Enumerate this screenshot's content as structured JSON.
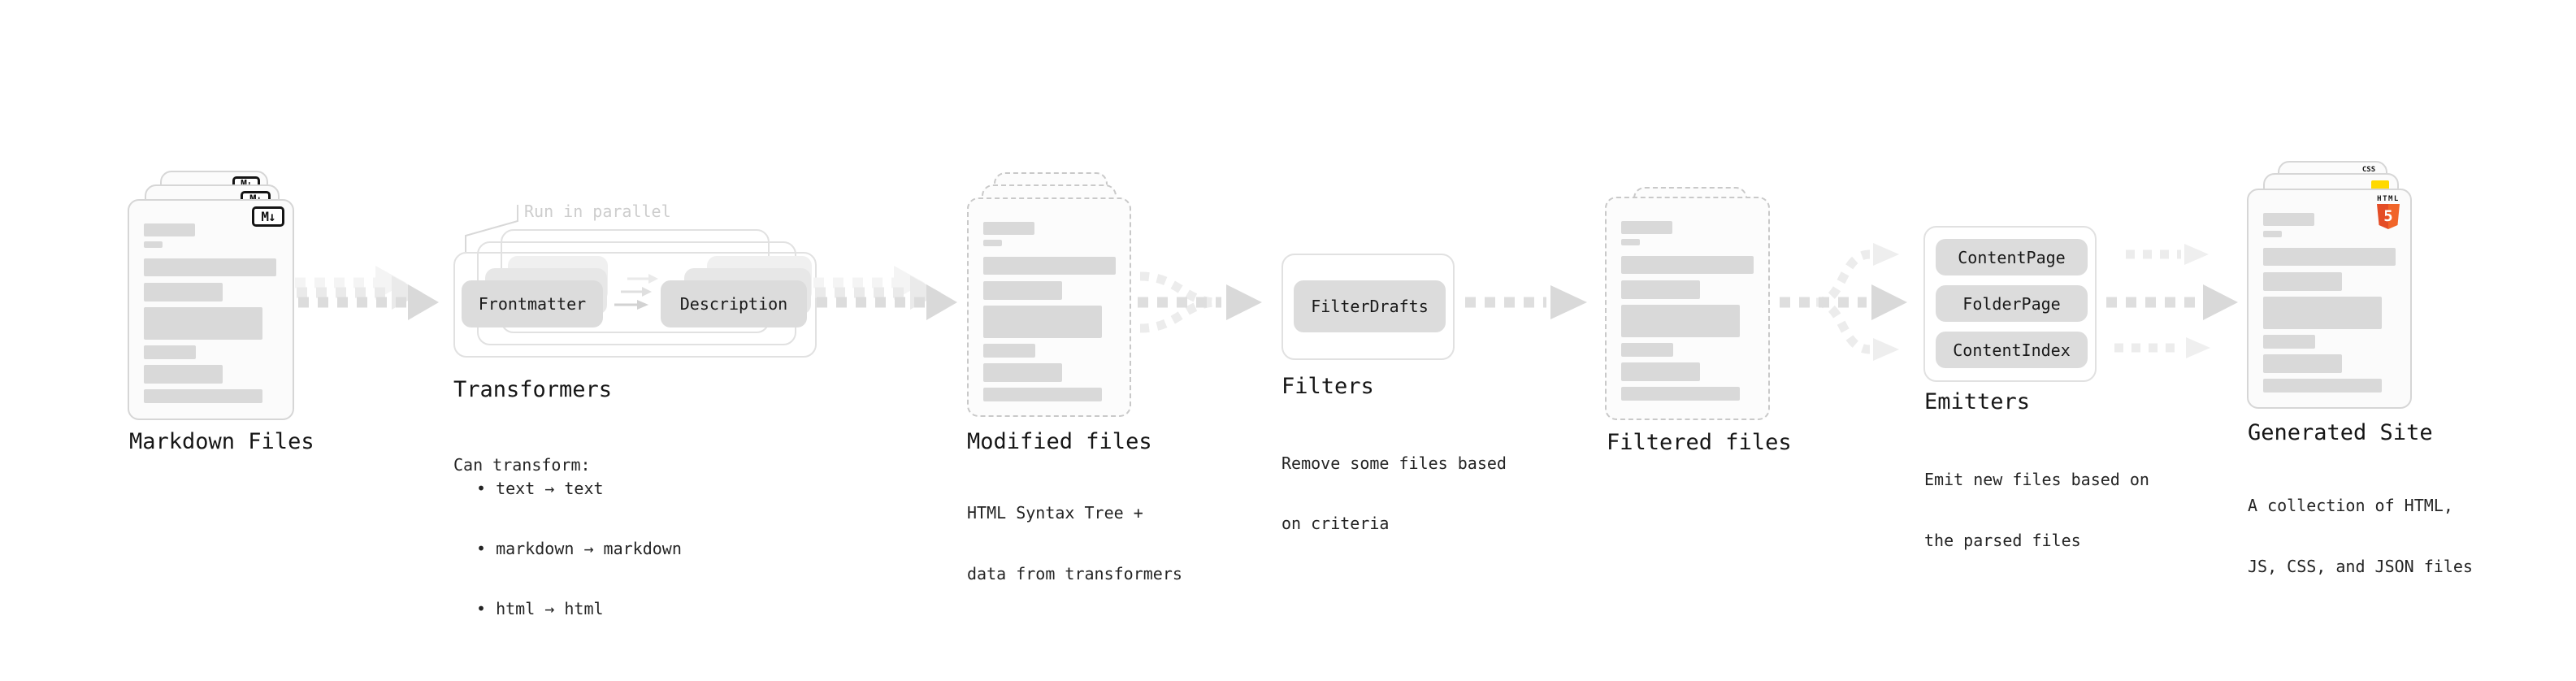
{
  "stages": {
    "markdown": {
      "title": "Markdown Files",
      "badge": "M↓"
    },
    "transformers": {
      "annotation": "Run in parallel",
      "pill_left": "Frontmatter",
      "pill_right": "Description",
      "title": "Transformers",
      "note_heading": "Can transform:",
      "bullets": [
        "• text → text",
        "• markdown → markdown",
        "• html → html"
      ]
    },
    "modified": {
      "title": "Modified files",
      "subtitle": [
        "HTML Syntax Tree +",
        "data from transformers"
      ]
    },
    "filters": {
      "pill": "FilterDrafts",
      "title": "Filters",
      "subtitle": [
        "Remove some files based",
        "on criteria"
      ]
    },
    "filtered": {
      "title": "Filtered files"
    },
    "emitters": {
      "pills": [
        "ContentPage",
        "FolderPage",
        "ContentIndex"
      ],
      "title": "Emitters",
      "subtitle": [
        "Emit new files based on",
        "the parsed files"
      ]
    },
    "generated": {
      "title": "Generated Site",
      "subtitle": [
        "A collection of HTML,",
        "JS, CSS, and JSON files"
      ],
      "css_badge": "CSS",
      "html_badge_word": "HTML",
      "html_badge_number": "5"
    }
  },
  "colors": {
    "html5_orange": "#e44d26",
    "css_blue": "#2e6df6",
    "js_yellow": "#ffd900",
    "pill_fill": "#dcdcdc",
    "arrow_gray": "#d9d9d9",
    "muted_label": "#cdcdcd"
  }
}
